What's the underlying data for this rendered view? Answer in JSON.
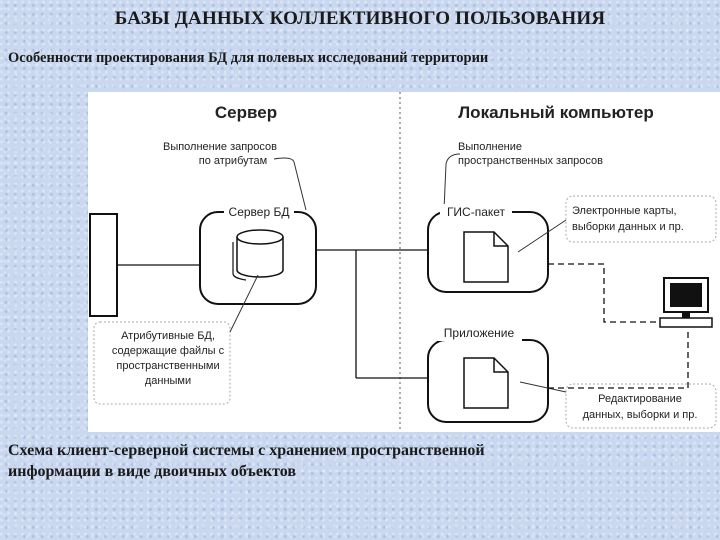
{
  "header": {
    "title": "БАЗЫ ДАННЫХ КОЛЛЕКТИВНОГО ПОЛЬЗОВАНИЯ",
    "subtitle": "Особенности проектирования БД для полевых исследований территории"
  },
  "diagram": {
    "server_heading": "Сервер",
    "local_heading": "Локальный компьютер",
    "server_note_line1": "Выполнение запросов",
    "server_note_line2": "по атрибутам",
    "spatial_note_line1": "Выполнение",
    "spatial_note_line2": "пространственных запросов",
    "db_server_label": "Сервер БД",
    "gis_label": "ГИС-пакет",
    "maps_note_line1": "Электронные карты,",
    "maps_note_line2": "выборки данных и пр.",
    "app_label": "Приложение",
    "attr_note_line1": "Атрибутивные БД,",
    "attr_note_line2": "содержащие файлы с",
    "attr_note_line3": "пространственными",
    "attr_note_line4": "данными",
    "edit_note_line1": "Редактирование",
    "edit_note_line2": "данных,  выборки и пр."
  },
  "caption": {
    "line1": "Схема клиент-серверной системы с хранением пространственной",
    "line2": "информации в виде двоичных объектов"
  }
}
